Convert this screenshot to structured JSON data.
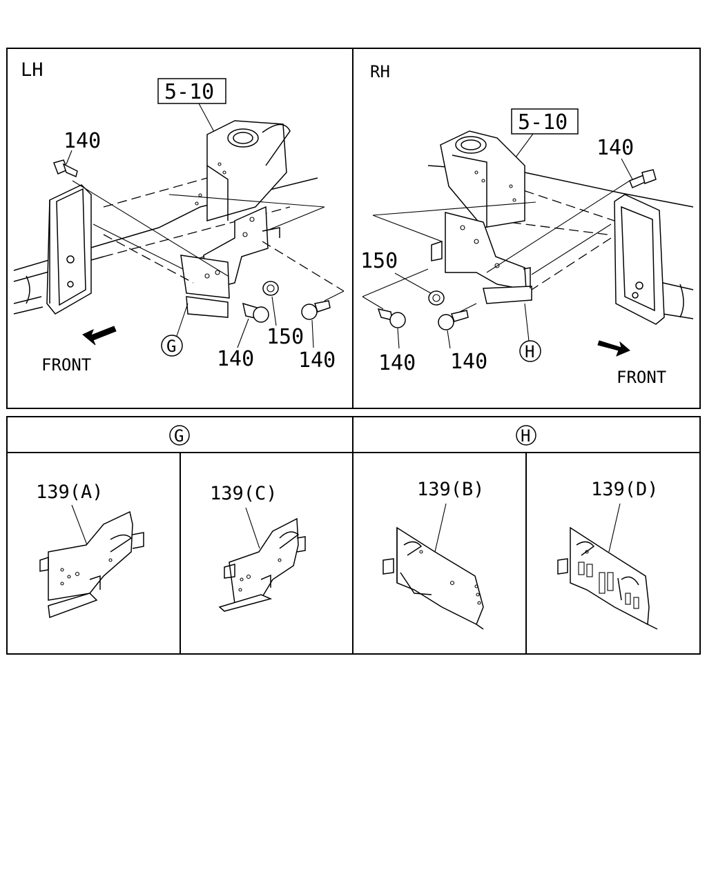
{
  "panels": {
    "lh": {
      "side_label": "LH",
      "ref_box": "5-10",
      "callouts": [
        "140",
        "150",
        "140",
        "140"
      ],
      "detail_marker": "G",
      "direction_label": "FRONT"
    },
    "rh": {
      "side_label": "RH",
      "ref_box": "5-10",
      "callouts": [
        "140",
        "150",
        "140",
        "140"
      ],
      "detail_marker": "H",
      "direction_label": "FRONT"
    }
  },
  "detail_headers": {
    "g": "G",
    "h": "H"
  },
  "details": [
    {
      "part": "139(A)"
    },
    {
      "part": "139(C)"
    },
    {
      "part": "139(B)"
    },
    {
      "part": "139(D)"
    }
  ]
}
